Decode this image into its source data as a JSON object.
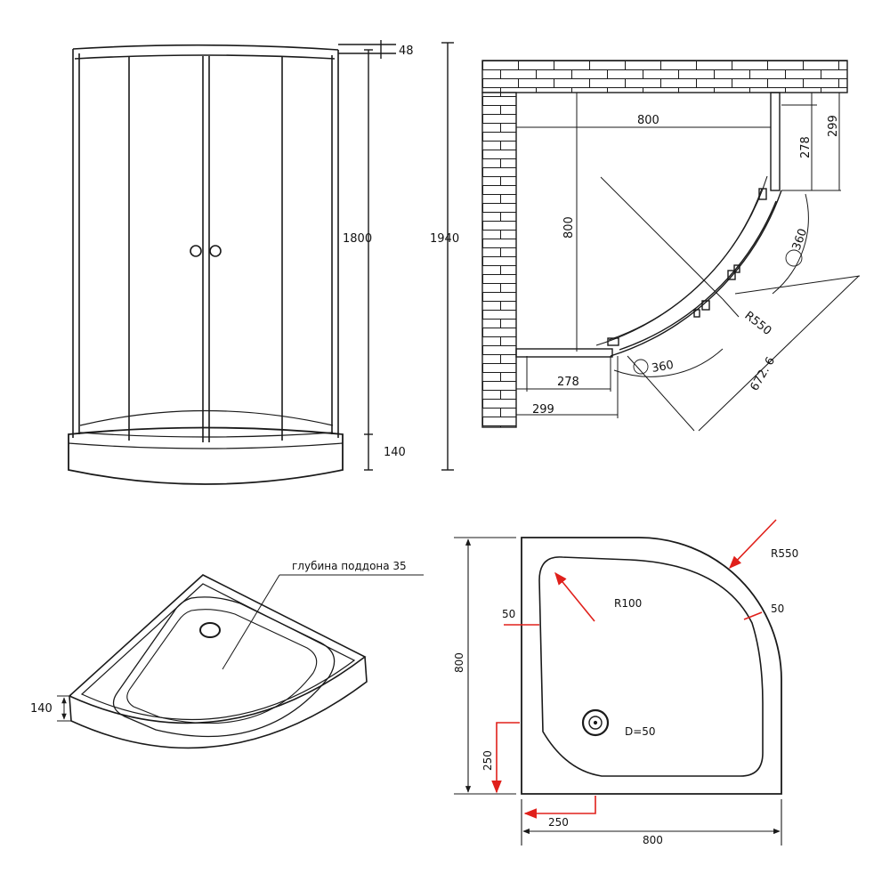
{
  "colors": {
    "line": "#1a1a1a",
    "accent_red": "#e0201b",
    "background": "#ffffff"
  },
  "front_view": {
    "dim_top_frame": "48",
    "dim_door_height": "1800",
    "dim_total_height": "1940",
    "dim_tray_height": "140"
  },
  "plan_view": {
    "dim_width_top": "800",
    "dim_depth_left": "800",
    "dim_278_right": "278",
    "dim_299_right": "299",
    "dim_360_right": "360",
    "dim_radius": "R550",
    "dim_diagonal": "672. 6",
    "dim_360_bottom": "360",
    "dim_278_bottom": "278",
    "dim_299_bottom": "299"
  },
  "tray_iso": {
    "depth_label": "глубина поддона 35",
    "dim_height": "140"
  },
  "tray_plan": {
    "dim_radius": "R550",
    "dim_inner_radius": "R100",
    "dim_rim_left": "50",
    "dim_rim_arc": "50",
    "dim_depth": "800",
    "dim_width": "800",
    "dim_drain_y": "250",
    "dim_drain_x": "250",
    "dim_drain_dia": "D=50"
  }
}
